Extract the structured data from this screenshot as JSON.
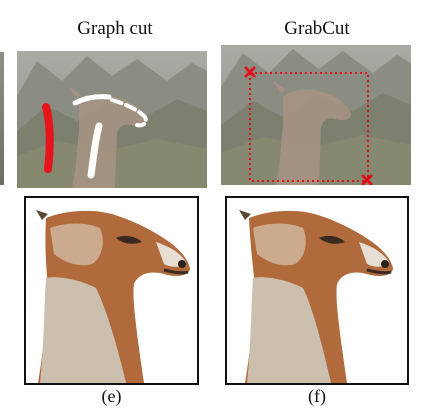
{
  "figure": {
    "panels": [
      {
        "id": "graph-cut",
        "title": "Graph cut"
      },
      {
        "id": "grabcut",
        "title": "GrabCut"
      }
    ],
    "results": [
      {
        "id": "e",
        "caption": "(e)"
      },
      {
        "id": "f",
        "caption": "(f)"
      }
    ]
  },
  "colors": {
    "foreground_stroke": "#ffffff",
    "background_stroke": "#e8141b",
    "bbox": "#e0101a",
    "frame": "#111111"
  }
}
